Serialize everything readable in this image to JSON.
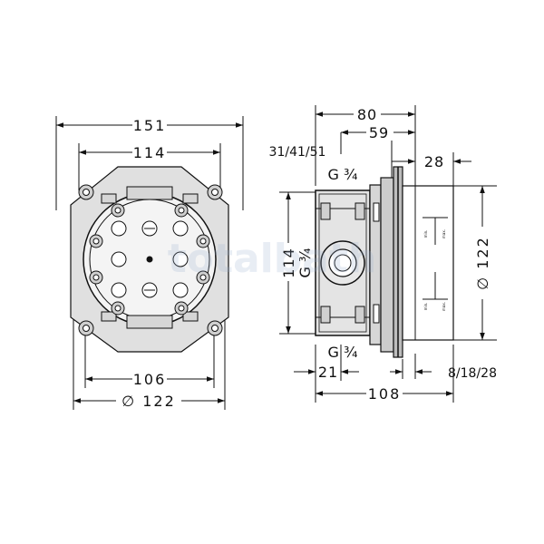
{
  "front_view": {
    "dim_overall_width": "151",
    "dim_inner_width": "114",
    "dim_bottom_width": "106",
    "dim_diameter": "∅ 122"
  },
  "side_view": {
    "dim_width": "80",
    "dim_offset": "59",
    "dim_cover_depth": "31/41/51",
    "dim_plate": "28",
    "dim_height": "114",
    "thread_top": "G ¾",
    "thread_side": "G ¾",
    "thread_bottom": "G ¾",
    "dim_depth_bottom": "21",
    "dim_total_depth": "108",
    "dim_tile": "8/18/28",
    "dim_diameter": "∅ 122",
    "label_min_top": "min.",
    "label_max_top": "max.",
    "label_min_bottom": "min.",
    "label_max_bottom": "max."
  },
  "watermark": "totalbath"
}
